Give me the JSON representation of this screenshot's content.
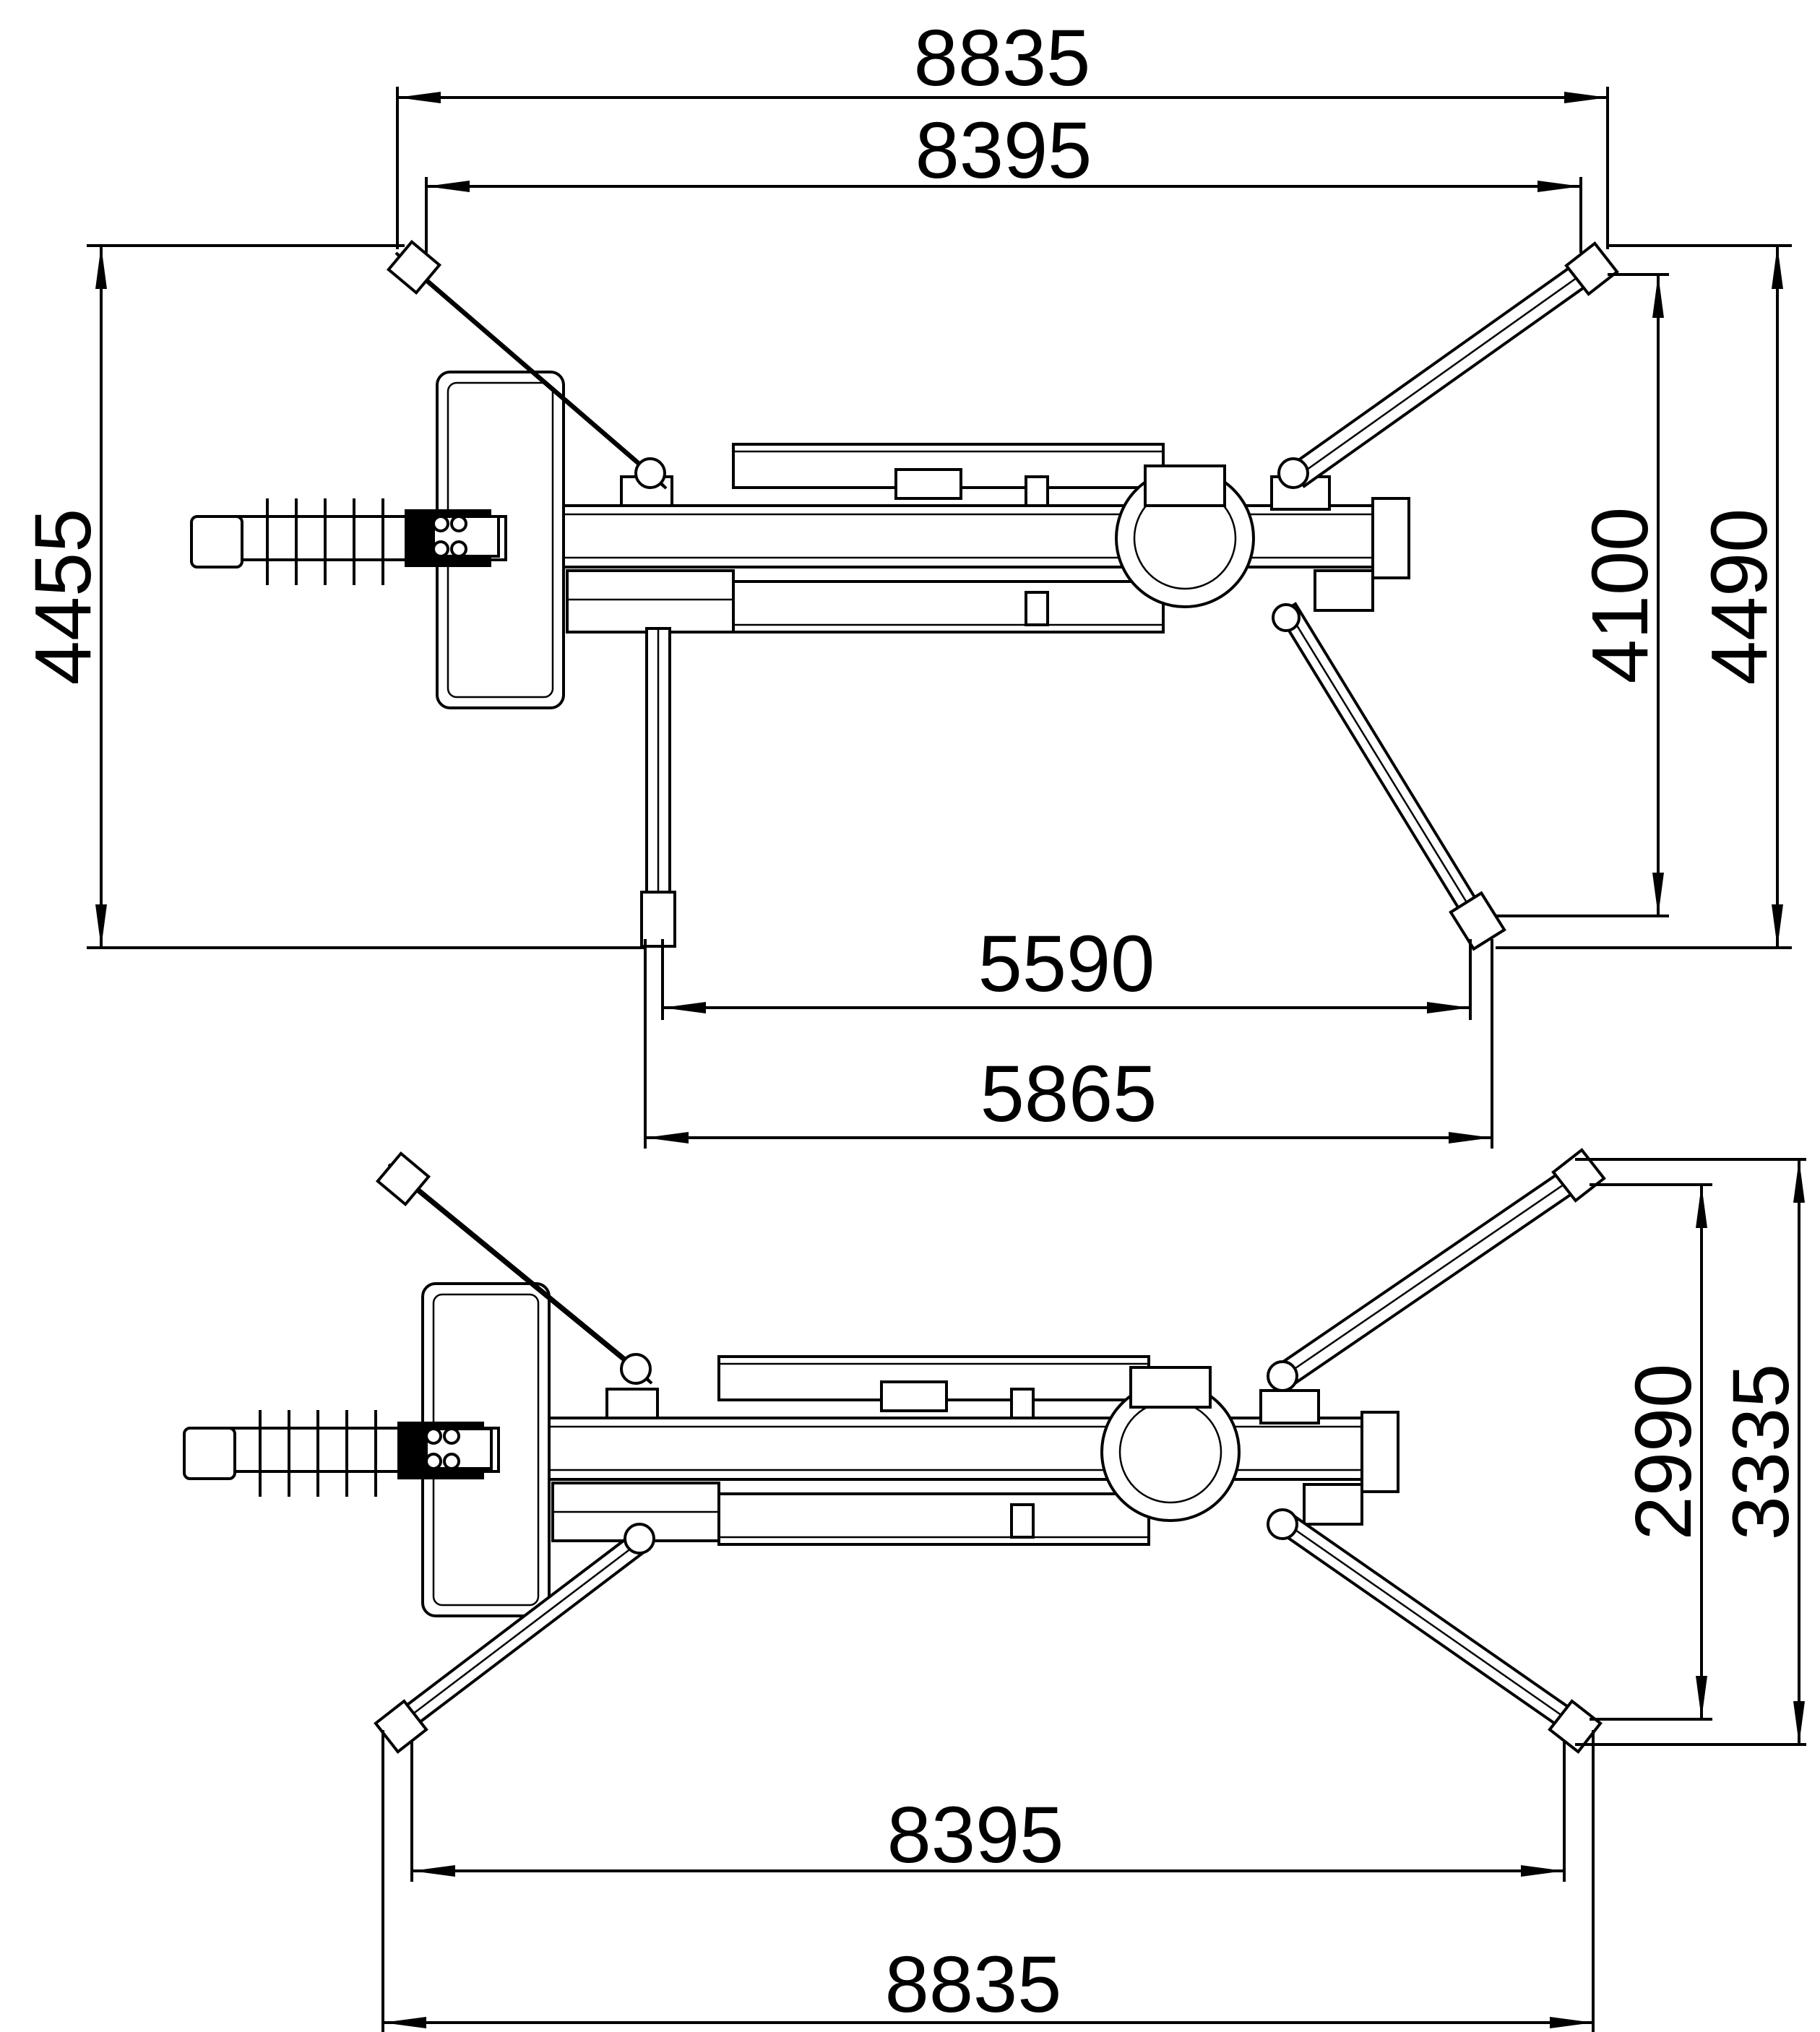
{
  "views": {
    "top": {
      "dims": {
        "overall_width": "8835",
        "inner_width": "8395",
        "left_height": "4455",
        "right_inner_height": "4100",
        "right_outer_height": "4490",
        "bottom_inner_width": "5590",
        "bottom_outer_width": "5865"
      }
    },
    "bottom": {
      "dims": {
        "right_inner_height": "2990",
        "right_outer_height": "3335",
        "inner_width": "8395",
        "overall_width": "8835"
      }
    }
  },
  "colors": {
    "line": "#000000",
    "background": "#ffffff"
  }
}
